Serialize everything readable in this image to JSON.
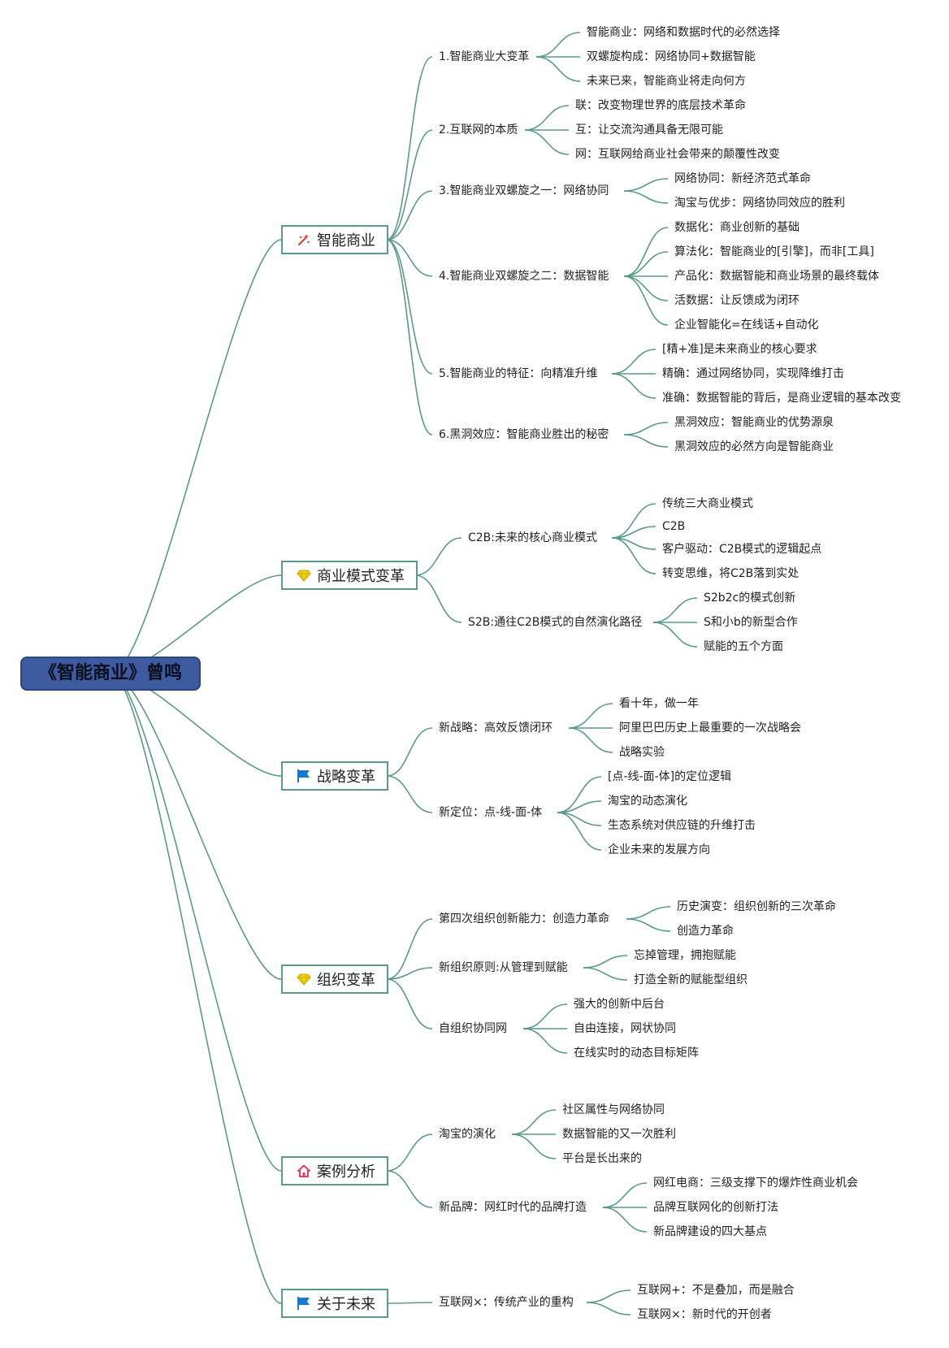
{
  "root": {
    "title": "《智能商业》曾鸣"
  },
  "branches": [
    {
      "label": "智能商业",
      "icon": "magic-wand-icon",
      "children": [
        {
          "label": "1.智能商业大变革",
          "leaves": [
            "智能商业：网络和数据时代的必然选择",
            "双螺旋构成：网络协同+数据智能",
            "未来已来，智能商业将走向何方"
          ]
        },
        {
          "label": "2.互联网的本质",
          "leaves": [
            "联：改变物理世界的底层技术革命",
            "互：让交流沟通具备无限可能",
            "网：互联网给商业社会带来的颠覆性改变"
          ]
        },
        {
          "label": "3.智能商业双螺旋之一：网络协同",
          "leaves": [
            "网络协同：新经济范式革命",
            "淘宝与优步：网络协同效应的胜利"
          ]
        },
        {
          "label": "4.智能商业双螺旋之二：数据智能",
          "leaves": [
            "数据化：商业创新的基础",
            "算法化：智能商业的[引擎]，而非[工具]",
            "产品化：数据智能和商业场景的最终载体",
            "活数据：让反馈成为闭环",
            "企业智能化=在线话+自动化"
          ]
        },
        {
          "label": "5.智能商业的特征：向精准升维",
          "leaves": [
            "[精+准]是未来商业的核心要求",
            "精确：通过网络协同，实现降维打击",
            "准确：数据智能的背后，是商业逻辑的基本改变"
          ]
        },
        {
          "label": "6.黑洞效应：智能商业胜出的秘密",
          "leaves": [
            "黑洞效应：智能商业的优势源泉",
            "黑洞效应的必然方向是智能商业"
          ]
        }
      ]
    },
    {
      "label": "商业模式变革",
      "icon": "diamond-icon",
      "children": [
        {
          "label": "C2B:未来的核心商业模式",
          "leaves": [
            "传统三大商业模式",
            "C2B",
            "客户驱动：C2B模式的逻辑起点",
            "转变思维，将C2B落到实处"
          ]
        },
        {
          "label": "S2B:通往C2B模式的自然演化路径",
          "leaves": [
            "S2b2c的模式创新",
            "S和小b的新型合作",
            "赋能的五个方面"
          ]
        }
      ]
    },
    {
      "label": "战略变革",
      "icon": "flag-icon",
      "children": [
        {
          "label": "新战略：高效反馈闭环",
          "leaves": [
            "看十年，做一年",
            "阿里巴巴历史上最重要的一次战略会",
            "战略实验"
          ]
        },
        {
          "label": "新定位：点-线-面-体",
          "leaves": [
            "[点-线-面-体]的定位逻辑",
            "淘宝的动态演化",
            "生态系统对供应链的升维打击",
            "企业未来的发展方向"
          ]
        }
      ]
    },
    {
      "label": "组织变革",
      "icon": "diamond-icon",
      "children": [
        {
          "label": "第四次组织创新能力：创造力革命",
          "leaves": [
            "历史演变：组织创新的三次革命",
            "创造力革命"
          ]
        },
        {
          "label": "新组织原则:从管理到赋能",
          "leaves": [
            "忘掉管理，拥抱赋能",
            "打造全新的赋能型组织"
          ]
        },
        {
          "label": "自组织协同网",
          "leaves": [
            "强大的创新中后台",
            "自由连接，网状协同",
            "在线实时的动态目标矩阵"
          ]
        }
      ]
    },
    {
      "label": "案例分析",
      "icon": "house-icon",
      "children": [
        {
          "label": "淘宝的演化",
          "leaves": [
            "社区属性与网络协同",
            "数据智能的又一次胜利",
            "平台是长出来的"
          ]
        },
        {
          "label": "新品牌：网红时代的品牌打造",
          "leaves": [
            "网红电商：三级支撑下的爆炸性商业机会",
            "品牌互联网化的创新打法",
            "新品牌建设的四大基点"
          ]
        }
      ]
    },
    {
      "label": "关于未来",
      "icon": "flag-icon",
      "children": [
        {
          "label": "互联网×：传统产业的重构",
          "leaves": [
            "互联网+：不是叠加，而是融合",
            "互联网×：新时代的开创者"
          ]
        }
      ]
    }
  ],
  "colors": {
    "connector": "#5a9a88",
    "root_fill": "#3d5b9e",
    "magic-wand-icon": "#d9432b",
    "diamond-icon": "#f3d400",
    "flag-icon": "#1976d2",
    "house-icon": "#e0405a"
  }
}
